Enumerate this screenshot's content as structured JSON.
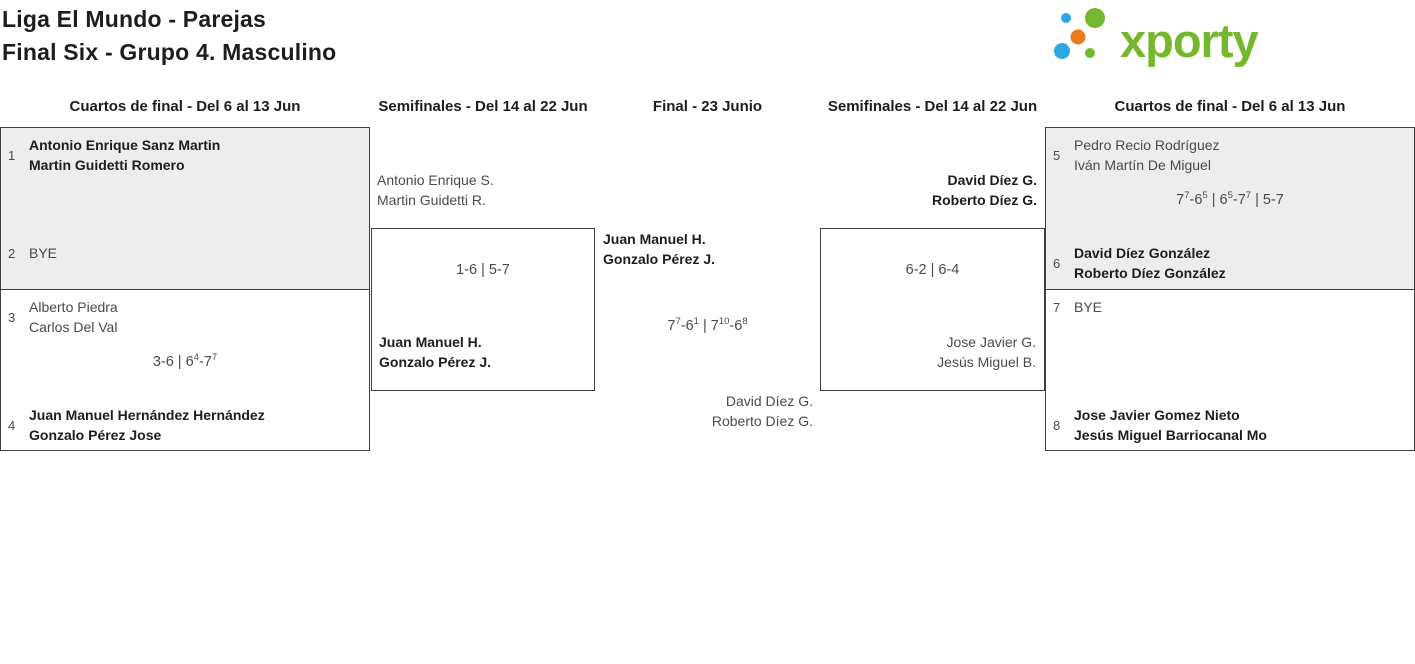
{
  "title": {
    "line1": "Liga El Mundo - Parejas",
    "line2": "Final Six - Grupo 4. Masculino"
  },
  "logo": {
    "text": "xporty",
    "green": "#76b82d",
    "blue": "#29a9e0",
    "orange": "#e87a1e"
  },
  "rounds": {
    "qf_left": "Cuartos de final - Del 6 al 13 Jun",
    "sf_left": "Semifinales - Del 14 al 22 Jun",
    "final": "Final - 23 Junio",
    "sf_right": "Semifinales - Del 14 al 22 Jun",
    "qf_right": "Cuartos de final - Del 6 al 13 Jun"
  },
  "bracket": {
    "qf1": {
      "top_seed": "1",
      "top_player1": "Antonio Enrique Sanz Martin",
      "top_player2": "Martin Guidetti Romero",
      "bottom_seed": "2",
      "bottom_player1": "BYE"
    },
    "qf2": {
      "top_seed": "3",
      "top_player1": "Alberto Piedra",
      "top_player2": "Carlos Del Val",
      "score": "3-6 | 6^4-7^7",
      "bottom_seed": "4",
      "bottom_player1": "Juan Manuel Hernández Hernández",
      "bottom_player2": "Gonzalo Pérez Jose"
    },
    "sf1": {
      "top_player1": "Antonio Enrique S.",
      "top_player2": "Martin Guidetti R.",
      "score": "1-6 | 5-7",
      "bottom_player1": "Juan Manuel H.",
      "bottom_player2": "Gonzalo Pérez J."
    },
    "final": {
      "top_player1": "Juan Manuel H.",
      "top_player2": "Gonzalo Pérez J.",
      "score": "7^7-6^1 | 7^10-6^8",
      "bottom_player1": "David Díez G.",
      "bottom_player2": "Roberto Díez G."
    },
    "sf2": {
      "top_player1": "David Díez G.",
      "top_player2": "Roberto Díez G.",
      "score": "6-2 | 6-4",
      "bottom_player1": "Jose Javier G.",
      "bottom_player2": "Jesús Miguel B."
    },
    "qf3": {
      "top_seed": "5",
      "top_player1": "Pedro Recio Rodríguez",
      "top_player2": "Iván Martín De Miguel",
      "score": "7^7-6^5 | 6^5-7^7 | 5-7",
      "bottom_seed": "6",
      "bottom_player1": "David Díez González",
      "bottom_player2": "Roberto Díez González"
    },
    "qf4": {
      "top_seed": "7",
      "top_player1": "BYE",
      "bottom_seed": "8",
      "bottom_player1": "Jose Javier Gomez Nieto",
      "bottom_player2": "Jesús Miguel Barriocanal Mo"
    }
  }
}
